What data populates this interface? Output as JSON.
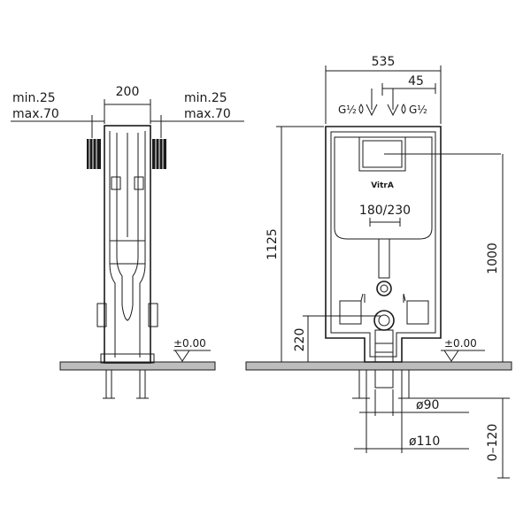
{
  "side_view": {
    "width_label": "200",
    "left_offset": {
      "min": "min.25",
      "max": "max.70"
    },
    "right_offset": {
      "min": "min.25",
      "max": "max.70"
    },
    "floor_level": "±0.00"
  },
  "front_view": {
    "overall_width": "535",
    "inlet_offset": "45",
    "inlet_left": "G½",
    "inlet_right": "G½",
    "brand": "VitrA",
    "button_range": "180/230",
    "total_height": "1125",
    "tank_height": "1000",
    "outlet_height": "220",
    "floor_level": "±0.00",
    "pipe_small": "ø90",
    "pipe_large": "ø110",
    "leg_adjust": "0–120"
  }
}
